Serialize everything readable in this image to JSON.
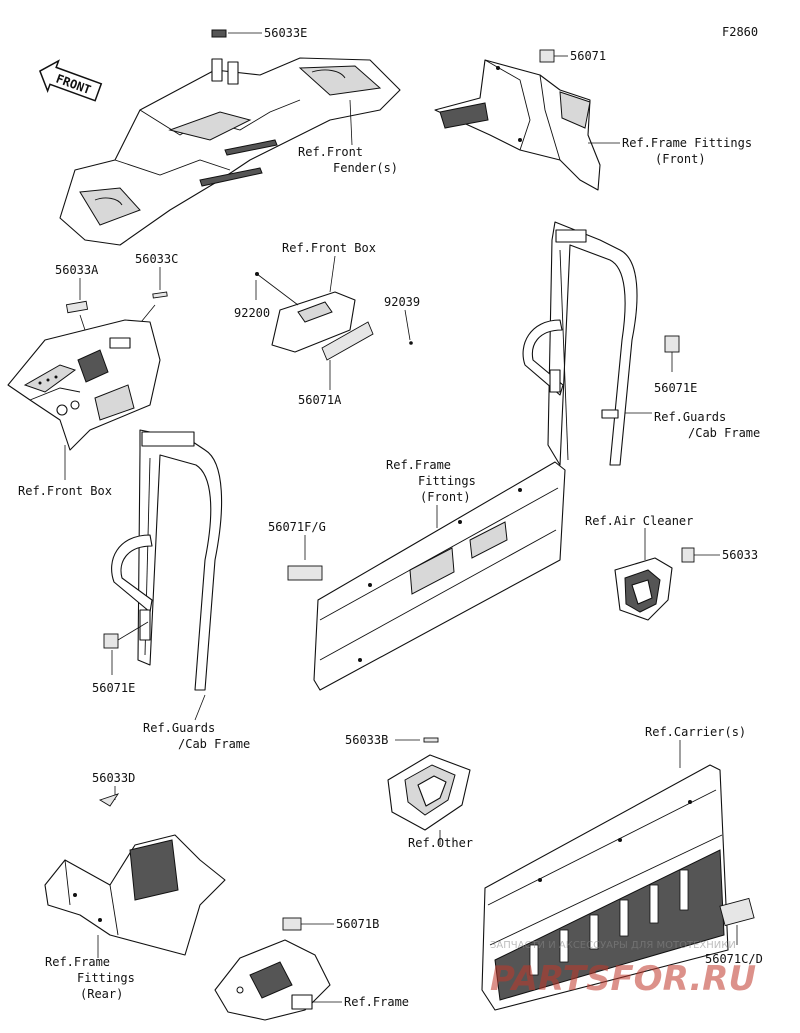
{
  "diagram_code": "F2860",
  "front_arrow": "FRONT",
  "labels": {
    "p56033E": "56033E",
    "p56071": "56071",
    "ref_frame_fittings_front_1a": "Ref.Frame Fittings",
    "ref_frame_fittings_front_1b": "(Front)",
    "ref_front_fenders_a": "Ref.Front",
    "ref_front_fenders_b": "Fender(s)",
    "ref_front_box_top": "Ref.Front Box",
    "p56033A": "56033A",
    "p56033C": "56033C",
    "p92200": "92200",
    "p92039": "92039",
    "p56071A": "56071A",
    "ref_front_box_left": "Ref.Front Box",
    "p56071E_right": "56071E",
    "ref_guards_right_a": "Ref.Guards",
    "ref_guards_right_b": "/Cab Frame",
    "ref_frame_fittings_center_a": "Ref.Frame",
    "ref_frame_fittings_center_b": "Fittings",
    "ref_frame_fittings_center_c": "(Front)",
    "p56071FG": "56071F/G",
    "ref_air_cleaner": "Ref.Air Cleaner",
    "p56033": "56033",
    "p56071E_left": "56071E",
    "ref_guards_left_a": "Ref.Guards",
    "ref_guards_left_b": "/Cab Frame",
    "p56033D": "56033D",
    "p56033B": "56033B",
    "ref_other": "Ref.Other",
    "ref_carriers": "Ref.Carrier(s)",
    "p56071CD": "56071C/D",
    "ref_frame_fittings_rear_a": "Ref.Frame",
    "ref_frame_fittings_rear_b": "Fittings",
    "ref_frame_fittings_rear_c": "(Rear)",
    "p56071B": "56071B",
    "ref_frame": "Ref.Frame"
  },
  "watermark": {
    "tagline": "ЗАПЧАСТИ И АКСЕССУАРЫ ДЛЯ МОТОТЕХНИКИ",
    "brand": "PARTSFOR.RU",
    "color": "#c0392b"
  }
}
